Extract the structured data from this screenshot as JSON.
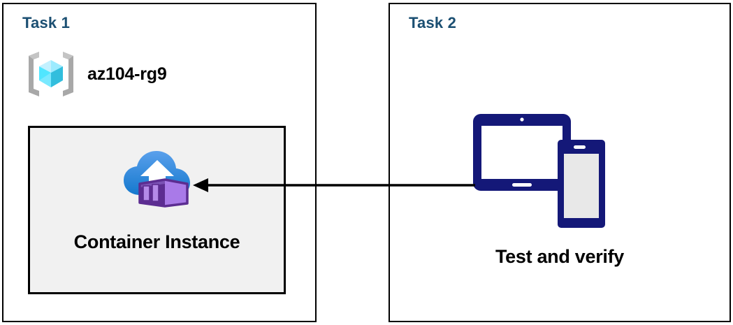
{
  "diagram": {
    "title": "Azure Container Instance task flow",
    "background": "#ffffff",
    "colors": {
      "panel_border": "#000000",
      "task_heading": "#1b4f72",
      "inner_box_fill": "#f1f1f1",
      "arrow": "#000000",
      "device_navy": "#141878",
      "container_purple_light": "#a97ae8",
      "container_purple_dark": "#5c2d91",
      "cloud_blue_top": "#5196e8",
      "cloud_blue_bottom": "#1b7fd4",
      "resource_group_cube": "#50e6ff",
      "resource_group_bracket": "#a3a3a3"
    }
  },
  "panels": [
    {
      "id": "task-1",
      "heading": "Task 1",
      "resource_group": {
        "icon": "azure-resource-group-icon",
        "name": "az104-rg9"
      },
      "resource": {
        "icon": "azure-container-instance-icon",
        "label": "Container Instance"
      }
    },
    {
      "id": "task-2",
      "heading": "Task 2",
      "device": {
        "icon": "tablet-and-phone-icon",
        "label": "Test and verify"
      }
    }
  ],
  "connector": {
    "name": "flow-arrow",
    "direction": "right-to-left",
    "from": "Test and verify",
    "to": "Container Instance"
  }
}
